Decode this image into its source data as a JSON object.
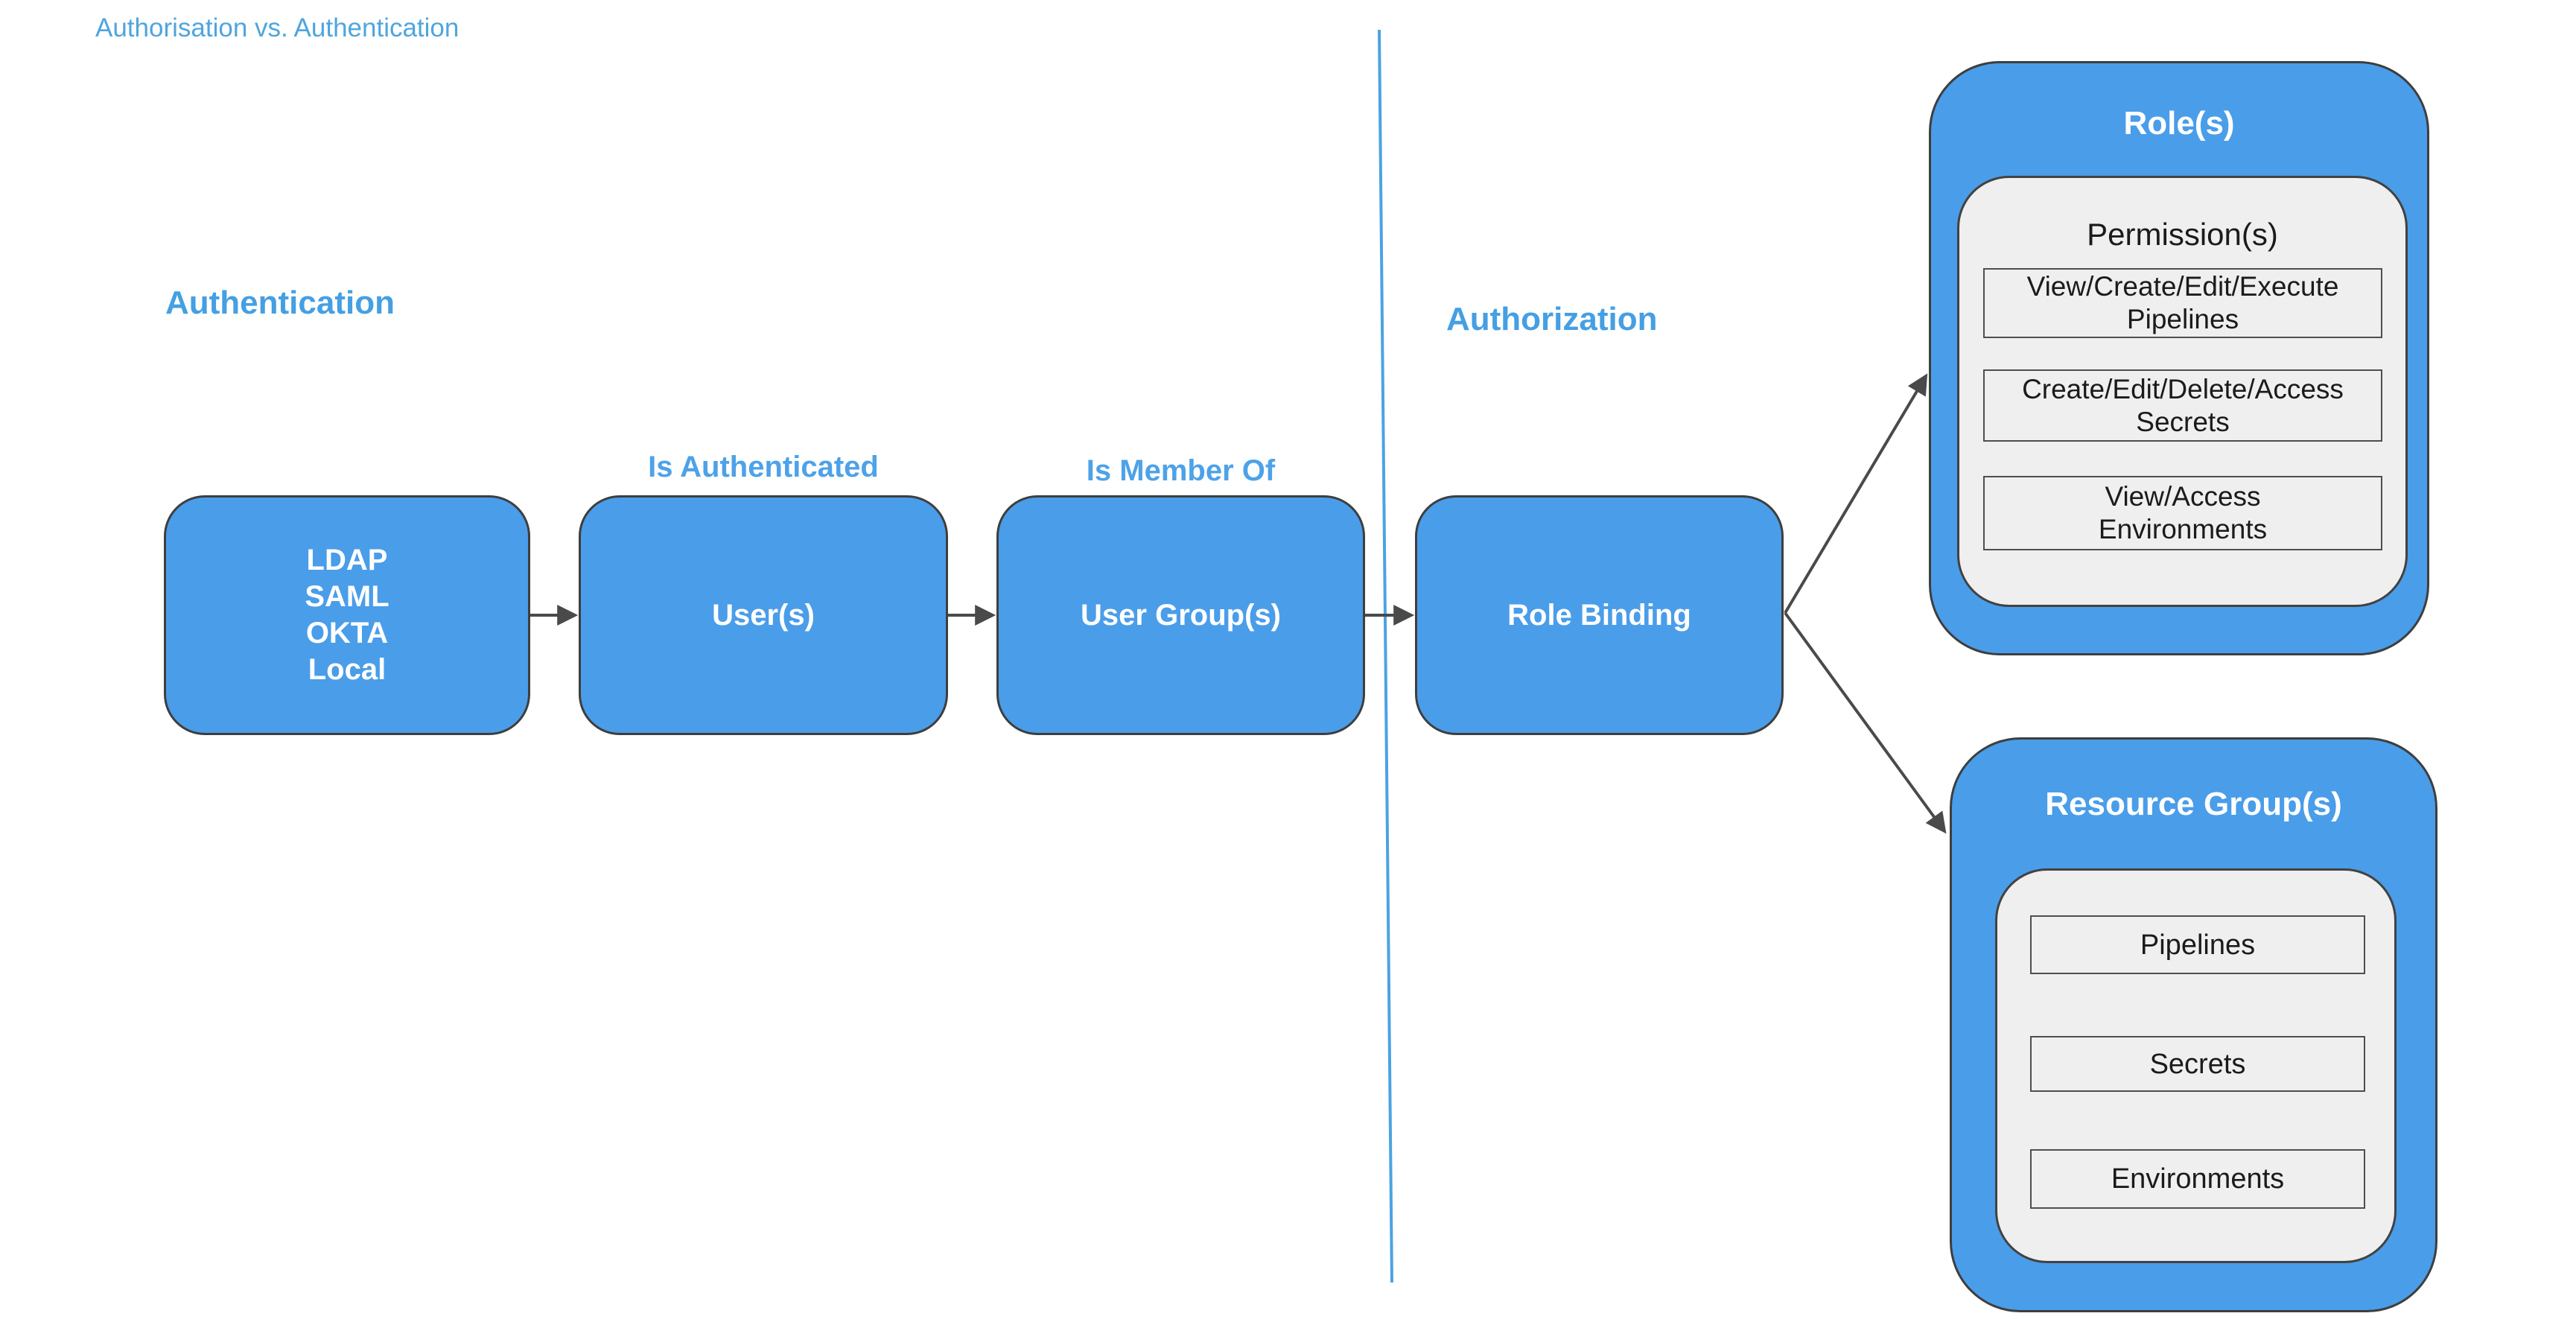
{
  "page": {
    "title": "Authorisation vs. Authentication"
  },
  "colors": {
    "box_fill": "#4a9de9",
    "box_border": "#3e3e3e",
    "heading_text": "#459fe3",
    "title_text": "#4fa5de",
    "annotation_text": "#4da2e8",
    "inner_panel_fill": "#efefef",
    "arrow": "#4a4a4a",
    "divider": "#4ba3e2",
    "box_text": "#ffffff",
    "dark_text": "#1b1b1b"
  },
  "sections": {
    "authentication": {
      "heading": "Authentication"
    },
    "authorization": {
      "heading": "Authorization"
    }
  },
  "flow": {
    "auth_methods": {
      "lines": [
        "LDAP",
        "SAML",
        "OKTA",
        "Local"
      ]
    },
    "users": {
      "label": "User(s)",
      "annotation": "Is Authenticated"
    },
    "user_groups": {
      "label": "User Group(s)",
      "annotation": "Is Member Of"
    },
    "role_binding": {
      "label": "Role Binding"
    }
  },
  "roles_panel": {
    "title": "Role(s)",
    "permissions_title": "Permission(s)",
    "permissions": [
      {
        "line1": "View/Create/Edit/Execute",
        "line2": "Pipelines"
      },
      {
        "line1": "Create/Edit/Delete/Access",
        "line2": "Secrets"
      },
      {
        "line1": "View/Access",
        "line2": "Environments"
      }
    ]
  },
  "resource_groups_panel": {
    "title": "Resource Group(s)",
    "resources": [
      {
        "label": "Pipelines"
      },
      {
        "label": "Secrets"
      },
      {
        "label": "Environments"
      }
    ]
  }
}
